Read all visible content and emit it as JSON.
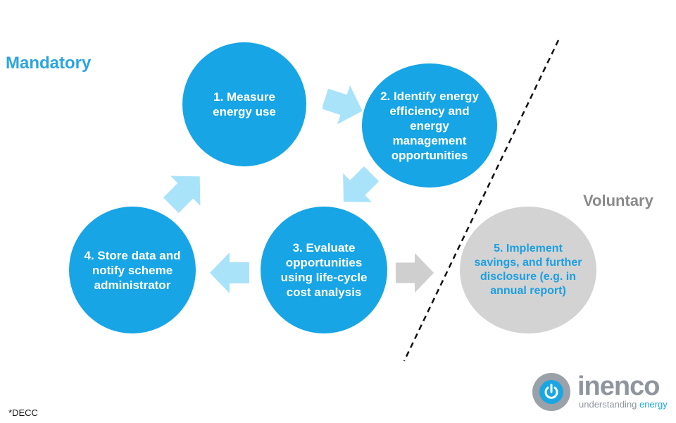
{
  "labels": {
    "mandatory": "Mandatory",
    "voluntary": "Voluntary",
    "source": "*DECC"
  },
  "steps": [
    {
      "id": "1",
      "text": "1. Measure energy use",
      "category": "mandatory"
    },
    {
      "id": "2",
      "text": "2. Identify energy efficiency and energy management opportunities",
      "category": "mandatory"
    },
    {
      "id": "3",
      "text": "3. Evaluate opportunities using life-cycle cost analysis",
      "category": "mandatory"
    },
    {
      "id": "4",
      "text": "4. Store data and notify scheme administrator",
      "category": "mandatory"
    },
    {
      "id": "5",
      "text": "5. Implement savings, and further disclosure (e.g. in annual report)",
      "category": "voluntary"
    }
  ],
  "flow": [
    {
      "from": "1",
      "to": "2"
    },
    {
      "from": "2",
      "to": "3"
    },
    {
      "from": "3",
      "to": "4"
    },
    {
      "from": "4",
      "to": "1"
    },
    {
      "from": "3",
      "to": "5"
    }
  ],
  "logo": {
    "name": "inenco",
    "tagline_part1": "understanding",
    "tagline_part2": "energy"
  },
  "colors": {
    "mandatory_circle": "#17a5e6",
    "voluntary_circle": "#d3d3d3",
    "arrow_mandatory": "#a9e3f9",
    "arrow_voluntary": "#cfcfcf",
    "mandatory_label": "#2aa5df",
    "voluntary_label": "#8a8a8a"
  }
}
